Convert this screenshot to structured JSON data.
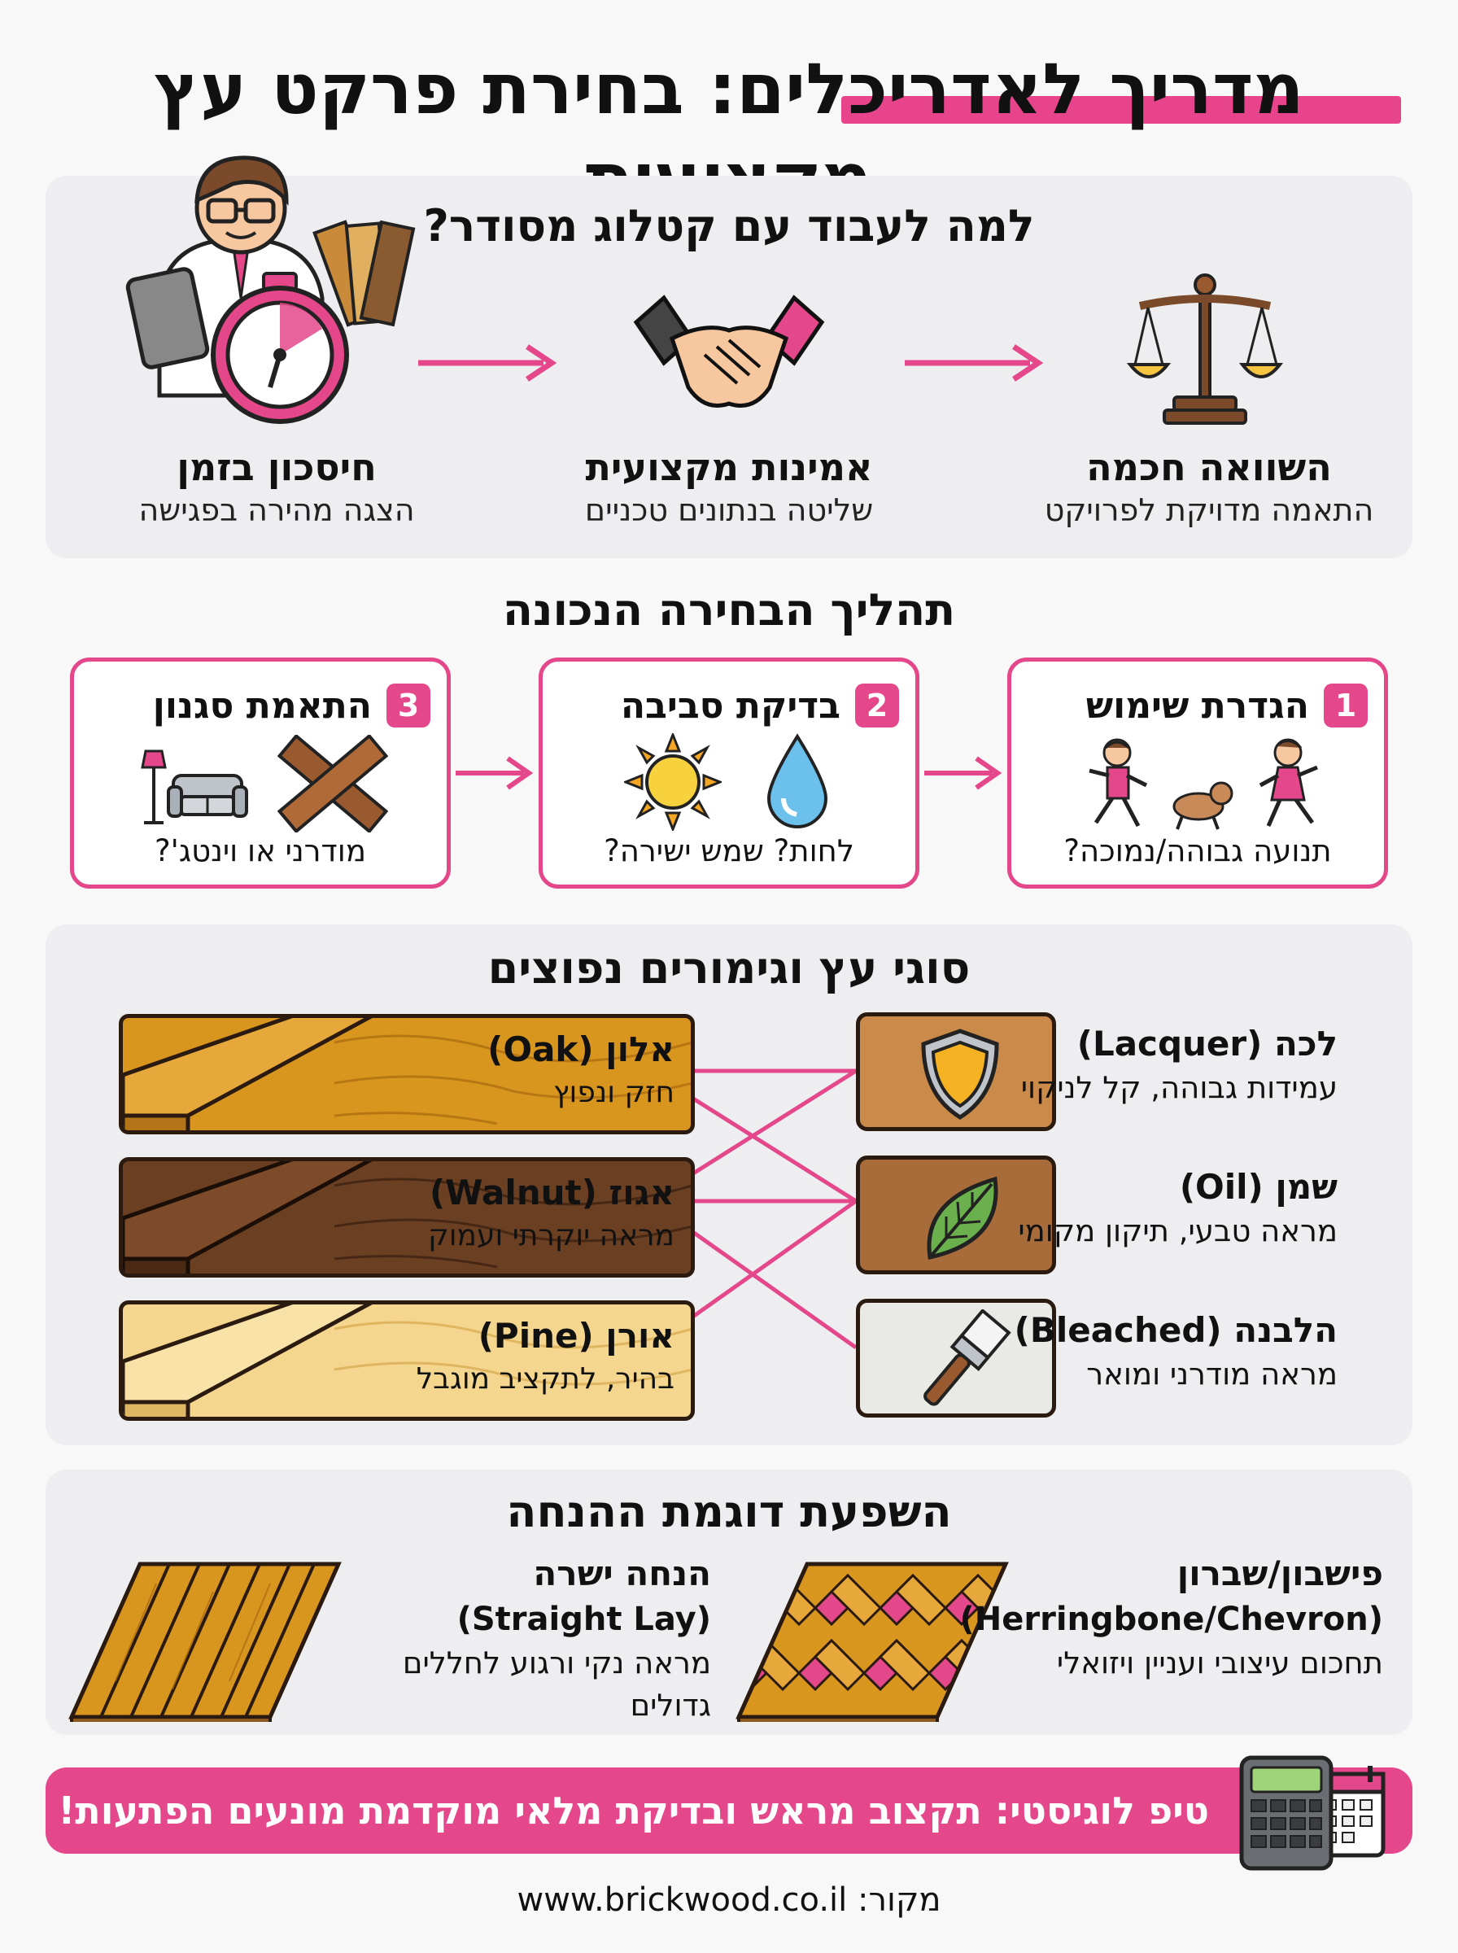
{
  "title": {
    "part1": "מדריך לאדריכלים:",
    "part2": "בחירת פרקט עץ מקצועית"
  },
  "why": {
    "title": "למה לעבוד עם קטלוג מסודר?",
    "items": [
      {
        "title": "השוואה חכמה",
        "subtitle": "התאמה מדויקת לפרויקט",
        "icon": "scales-icon"
      },
      {
        "title": "אמינות מקצועית",
        "subtitle": "שליטה בנתונים טכניים",
        "icon": "handshake-icon"
      },
      {
        "title": "חיסכון בזמן",
        "subtitle": "הצגה מהירה בפגישה",
        "icon": "stopwatch-icon"
      }
    ]
  },
  "process": {
    "title": "תהליך הבחירה הנכונה",
    "steps": [
      {
        "num": "1",
        "title": "הגדרת שימוש",
        "caption": "תנועה גבוהה/נמוכה?"
      },
      {
        "num": "2",
        "title": "בדיקת סביבה",
        "caption": "לחות? שמש ישירה?"
      },
      {
        "num": "3",
        "title": "התאמת סגנון",
        "caption": "מודרני או וינטג'?"
      }
    ]
  },
  "woods": {
    "title": "סוגי עץ וגימורים נפוצים",
    "species": [
      {
        "title": "אלון (Oak)",
        "subtitle": "חזק ונפוץ",
        "color": "#d9961f"
      },
      {
        "title": "אגוז (Walnut)",
        "subtitle": "מראה יוקרתי ועמוק",
        "color": "#6b3f22"
      },
      {
        "title": "אורן (Pine)",
        "subtitle": "בהיר, לתקציב מוגבל",
        "color": "#f5d68e"
      }
    ],
    "finishes": [
      {
        "title": "לכה (Lacquer)",
        "subtitle": "עמידות גבוהה, קל לניקוי",
        "icon": "shield-icon"
      },
      {
        "title": "שמן (Oil)",
        "subtitle": "מראה טבעי, תיקון מקומי",
        "icon": "leaf-icon"
      },
      {
        "title": "הלבנה (Bleached)",
        "subtitle": "מראה מודרני ומואר",
        "icon": "paintbrush-icon"
      }
    ]
  },
  "layouts": {
    "title": "השפעת דוגמת ההנחה",
    "items": [
      {
        "title": "פישבון/שברון",
        "subtitle1": "(Herringbone/Chevron)",
        "subtitle2": "תחכום עיצובי ועניין ויזואלי"
      },
      {
        "title": "הנחה ישרה",
        "subtitle1": "(Straight Lay)",
        "subtitle2": "מראה נקי ורגוע לחללים גדולים"
      }
    ]
  },
  "tip": {
    "text": "טיפ לוגיסטי: תקצוב מראש ובדיקת מלאי מוקדמת מונעים הפתעות!"
  },
  "source": {
    "label": "מקור:",
    "url": "www.brickwood.co.il"
  },
  "colors": {
    "accent": "#e4478a",
    "panel": "#eeeef1"
  }
}
